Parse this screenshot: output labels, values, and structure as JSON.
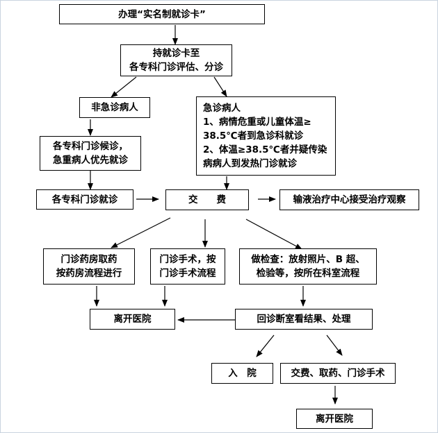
{
  "nodes": {
    "register": "办理“实名制就诊卡”",
    "assess_line1": "持就诊卡至",
    "assess_line2": "各专科门诊评估、分诊",
    "non_urgent": "非急诊病人",
    "urgent_title": "急诊病人",
    "urgent_line1": "1、病情危重或儿童体温≥",
    "urgent_line2": "38.5℃者到急诊科就诊",
    "urgent_line3": "2、体温≥38.5℃者并疑传染",
    "urgent_line4": "病病人到发热门诊就诊",
    "wait_line1": "各专科门诊候诊，",
    "wait_line2": "急重病人优先就诊",
    "visit": "各专科门诊就诊",
    "pay": "交　　费",
    "infusion": "输液治疗中心接受治疗观察",
    "pharmacy_line1": "门诊药房取药",
    "pharmacy_line2": "按药房流程进行",
    "surgery_line1": "门诊手术，按",
    "surgery_line2": "门诊手术流程",
    "exam_line1": "做检查：放射照片、B 超、",
    "exam_line2": "检验等，按所在科室流程",
    "leave_1": "离开医院",
    "review": "回诊断室看结果、处理",
    "admit": "入　院",
    "pay_meds": "交费、取药、门诊手术",
    "leave_2": "离开医院"
  }
}
